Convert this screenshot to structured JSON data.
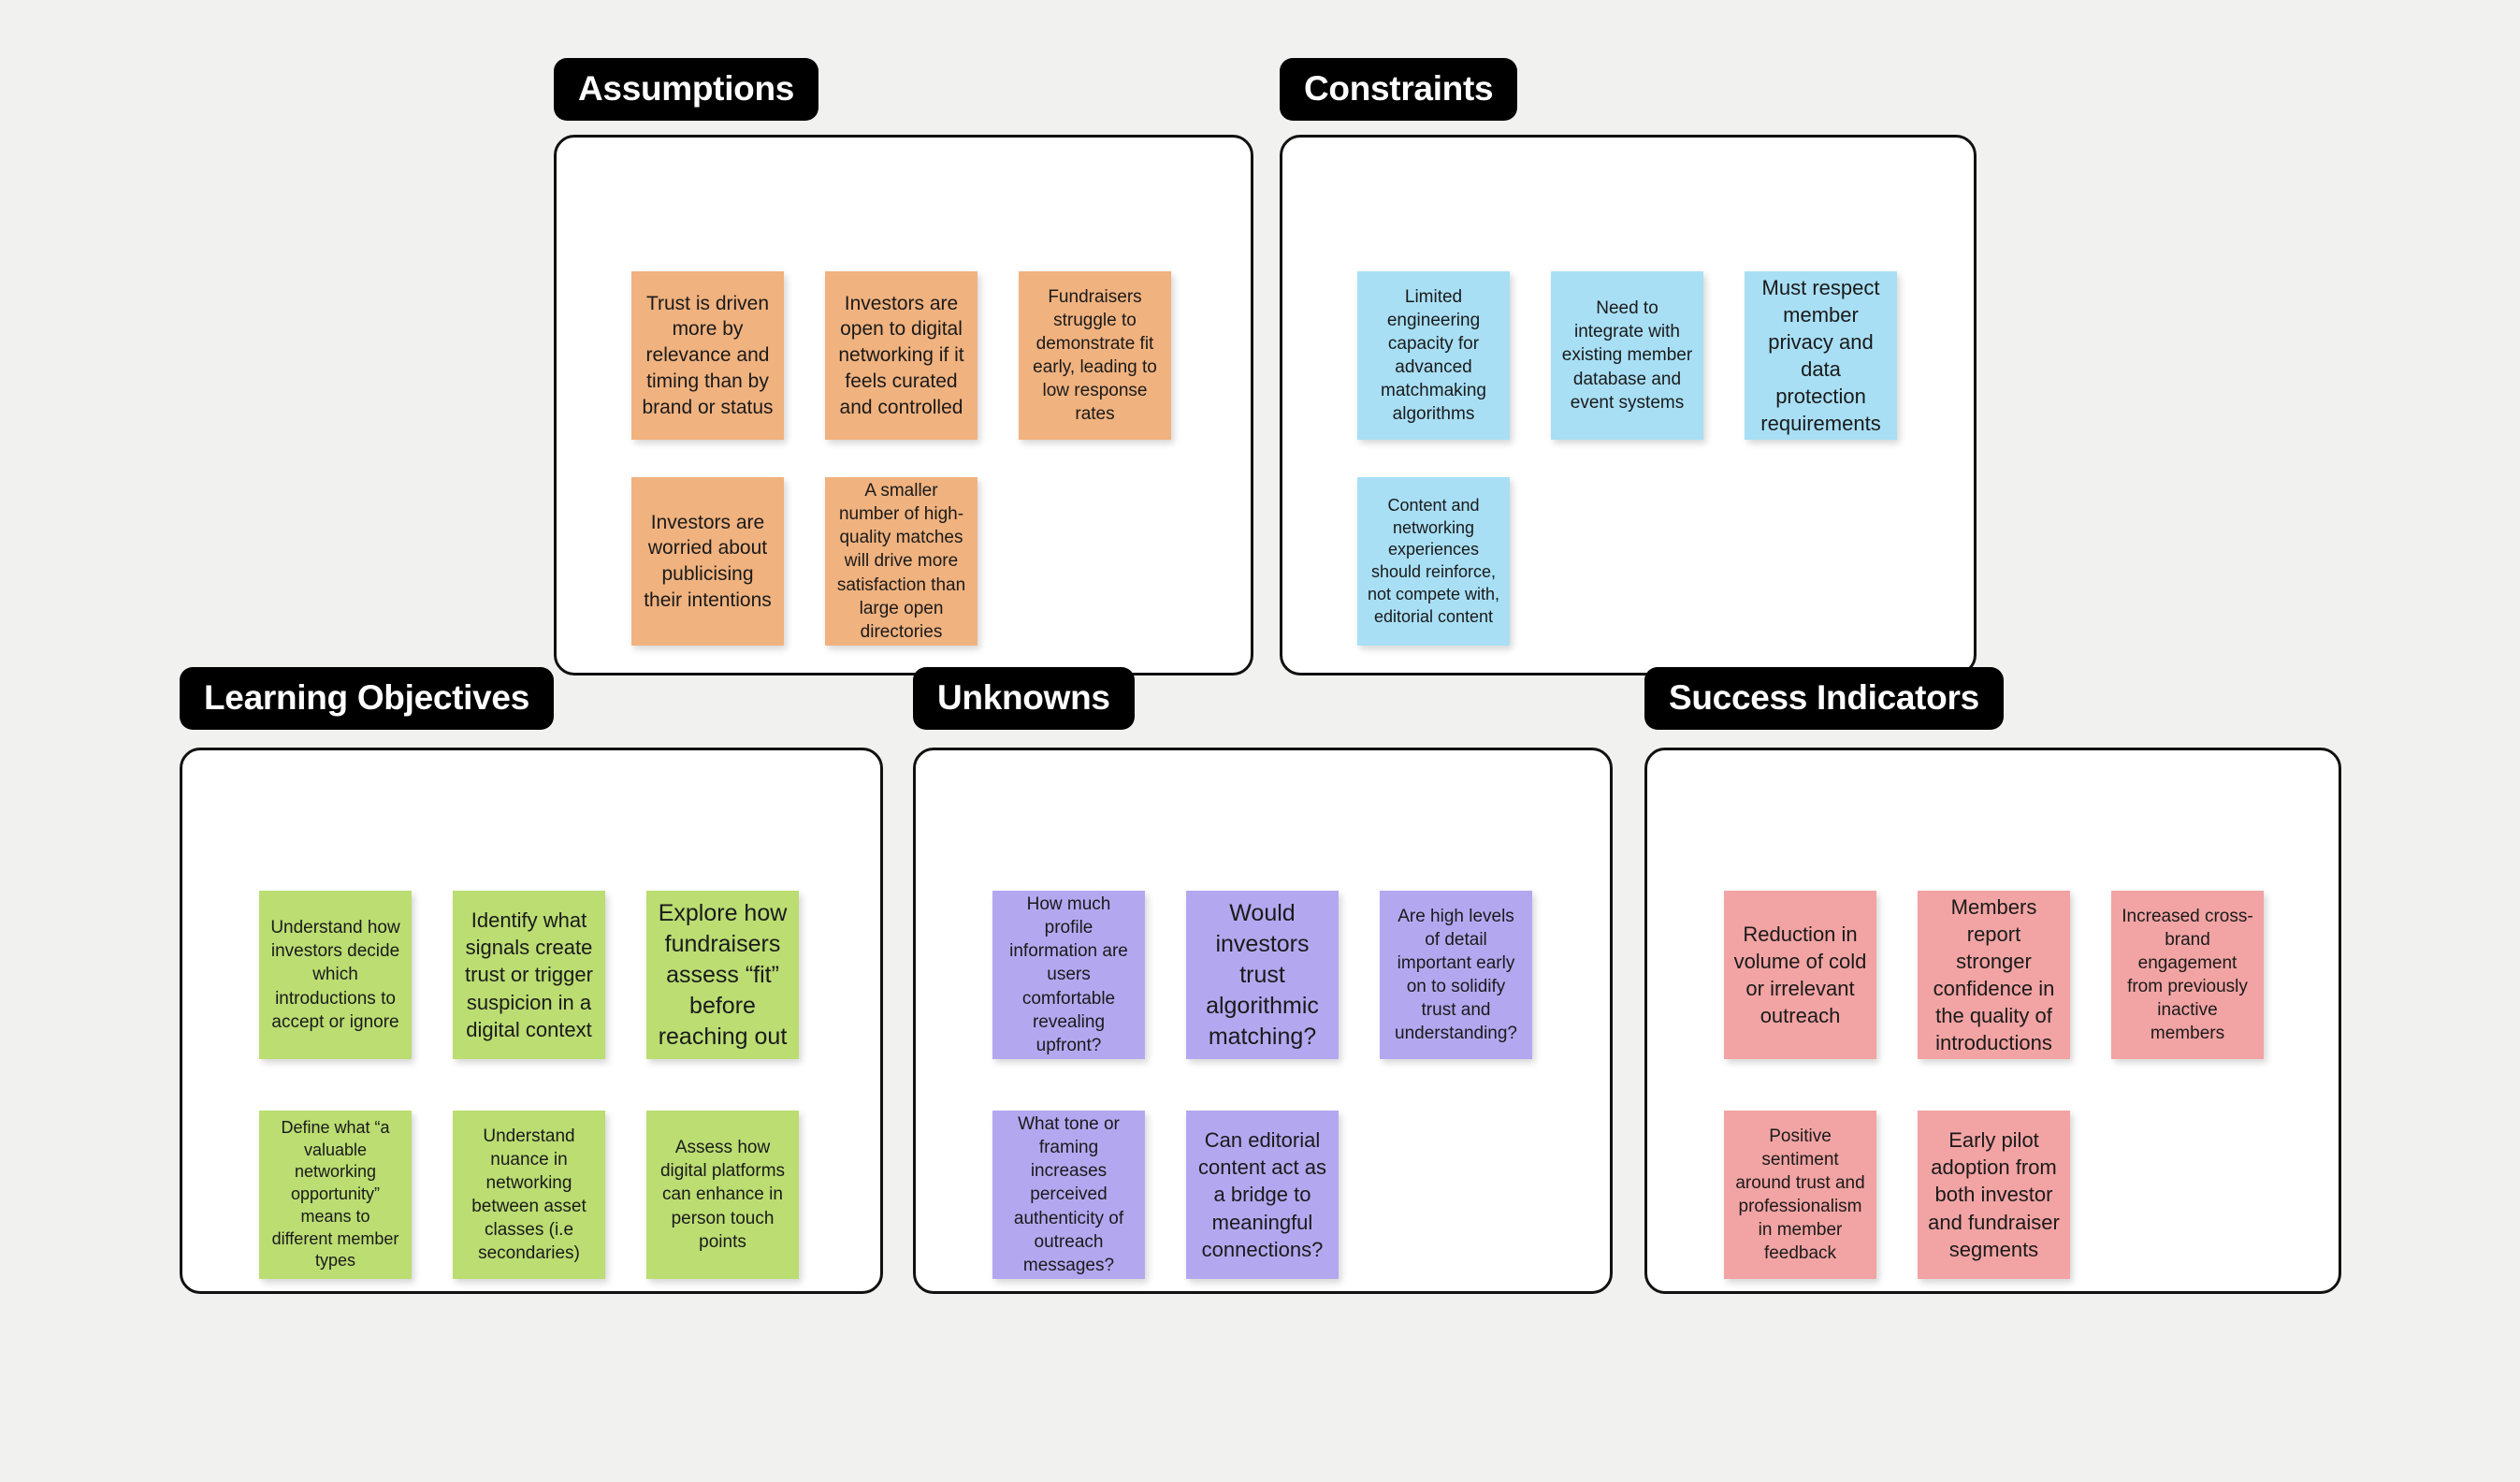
{
  "board": {
    "background_color": "#f1f1f0",
    "note_colors": {
      "assumptions": "#f0b27f",
      "constraints": "#a8dff5",
      "learning_objectives": "#bbdd72",
      "unknowns": "#b3a8f0",
      "success_indicators": "#f2a3a3"
    },
    "tab_background": "#000000",
    "tab_text_color": "#ffffff"
  },
  "sections": [
    {
      "id": "assumptions",
      "title": "Assumptions",
      "rows": [
        [
          "Trust is driven more by relevance and timing than by brand or status",
          "Investors are open to digital networking if it feels curated and controlled",
          "Fundraisers struggle to demonstrate fit early, leading to low response rates"
        ],
        [
          "Investors are worried about publicising their intentions",
          "A smaller number of high-quality matches will drive more satisfaction than large open directories"
        ]
      ]
    },
    {
      "id": "constraints",
      "title": "Constraints",
      "rows": [
        [
          "Limited engineering capacity for advanced matchmaking algorithms",
          "Need to integrate with existing member database and event systems",
          "Must respect member privacy and data protection requirements"
        ],
        [
          "Content and networking experiences should reinforce, not compete with, editorial content"
        ]
      ]
    },
    {
      "id": "learning_objectives",
      "title": "Learning Objectives",
      "rows": [
        [
          "Understand how investors decide which introductions to accept or ignore",
          "Identify what signals create trust or trigger suspicion in a digital context",
          "Explore how fundraisers assess “fit” before reaching out"
        ],
        [
          "Define what “a valuable networking opportunity” means to different member types",
          "Understand nuance in networking between asset classes (i.e secondaries)",
          "Assess how digital platforms can enhance in person touch points"
        ]
      ]
    },
    {
      "id": "unknowns",
      "title": "Unknowns",
      "rows": [
        [
          "How much profile information are users comfortable revealing upfront?",
          "Would investors trust algorithmic matching?",
          "Are high levels of detail important early on to solidify trust and understanding?"
        ],
        [
          "What tone or framing increases perceived authenticity of outreach messages?",
          "Can editorial content act as a bridge to meaningful connections?"
        ]
      ]
    },
    {
      "id": "success_indicators",
      "title": "Success Indicators",
      "rows": [
        [
          "Reduction in volume of cold or irrelevant outreach",
          "Members report stronger confidence in the quality of introductions",
          "Increased cross-brand engagement from previously inactive members"
        ],
        [
          "Positive sentiment around trust and professionalism in member feedback",
          "Early pilot adoption from both investor and fundraiser segments"
        ]
      ]
    }
  ]
}
